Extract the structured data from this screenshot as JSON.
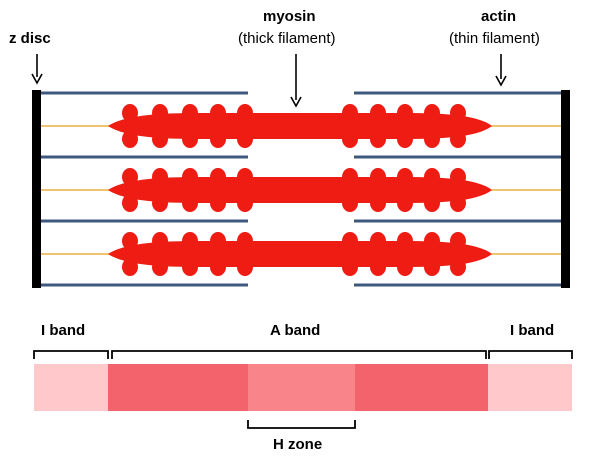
{
  "labels": {
    "z_disc": "z disc",
    "myosin": "myosin",
    "myosin_sub": "(thick filament)",
    "actin": "actin",
    "actin_sub": "(thin filament)",
    "i_band_left": "I band",
    "a_band": "A band",
    "i_band_right": "I band",
    "h_zone": "H zone"
  },
  "colors": {
    "z_disc": "#000000",
    "actin": "#3d5a7e",
    "myosin": "#ee1c13",
    "connector": "#e8b440",
    "i_band": "#ffc9cc",
    "a_band_dark": "#f2636c",
    "h_zone": "#f98489",
    "bracket": "#000000"
  }
}
